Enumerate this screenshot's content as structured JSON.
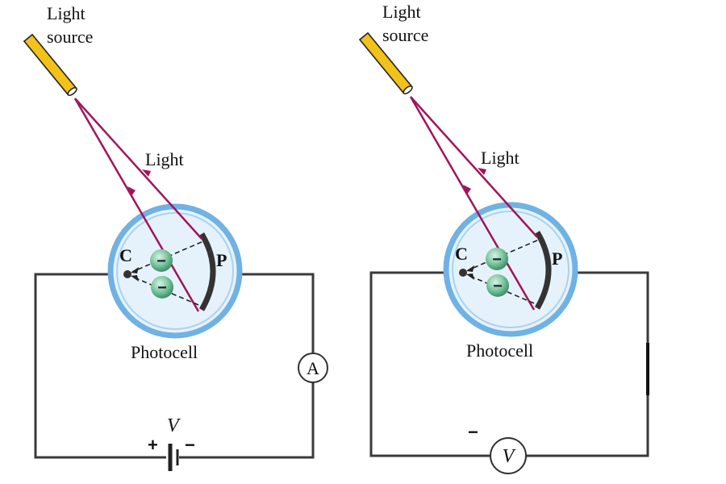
{
  "colors": {
    "wire": "#3a3a3a",
    "beam": "#a0155a",
    "source_body": "#f2c21b",
    "tube_ring": "#6fb2e3",
    "tube_fill": "#e6f2fb",
    "electron": "#6fbf96",
    "plate": "#333333"
  },
  "left_panel": {
    "source_label_line1": "Light",
    "source_label_line2": "source",
    "light_label": "Light",
    "cathode_label": "C",
    "plate_label": "P",
    "photocell_label": "Photocell",
    "ammeter_label": "A",
    "battery_label": "V",
    "battery_plus": "+",
    "battery_minus": "−",
    "electron_1": "−",
    "electron_2": "−"
  },
  "right_panel": {
    "source_label_line1": "Light",
    "source_label_line2": "source",
    "light_label": "Light",
    "cathode_label": "C",
    "plate_label": "P",
    "photocell_label": "Photocell",
    "voltmeter_label": "V",
    "minus_sign": "−",
    "electron_1": "−",
    "electron_2": "−"
  },
  "icons": {
    "light_source": "flashlight-icon",
    "electron": "electron-icon",
    "ammeter": "ammeter-icon",
    "voltmeter": "voltmeter-icon",
    "battery": "battery-icon"
  }
}
